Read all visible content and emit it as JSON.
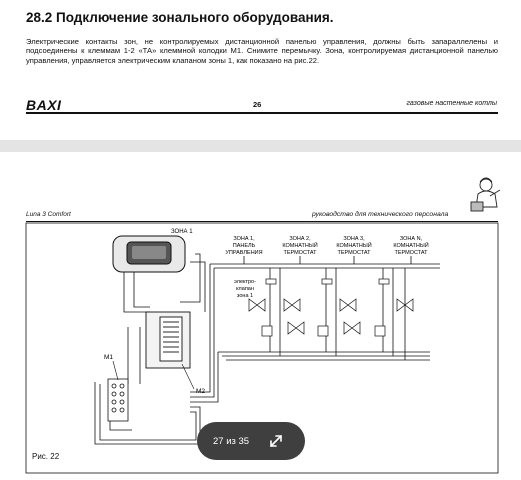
{
  "page_top": {
    "heading": "28.2 Подключение зонального оборудования.",
    "paragraph": "Электрические контакты зон, не контролируемых дистанционной панелью управления, должны быть запараллелены и подсоединены к клеммам 1-2 «ТА» клеммной колодки М1. Снимите перемычку. Зона, контролируемая дистанционной панелью управления, управляется электрическим клапаном зоны 1, как показано на рис.22.",
    "brand": "BAXI",
    "page_number": "26",
    "footer": "газовые настенные котлы"
  },
  "page_next": {
    "header_left": "Luna 3 Comfort",
    "header_right": "руководство для технического персонала",
    "figure": {
      "zona1": "ЗОНА 1",
      "col1": [
        "ЗОНА 1,",
        "ПАНЕЛЬ",
        "УПРАВЛЕНИЯ"
      ],
      "col2": [
        "ЗОНА 2,",
        "КОМНАТНЫЙ",
        "ТЕРМОСТАТ"
      ],
      "col3": [
        "ЗОНА 3,",
        "КОМНАТНЫЙ",
        "ТЕРМОСТАТ"
      ],
      "col4": [
        "ЗОНА N,",
        "КОМНАТНЫЙ",
        "ТЕРМОСТАТ"
      ],
      "valve": [
        "электро-",
        "клапан",
        "зона 1"
      ],
      "m1": "M1",
      "m2": "M2",
      "caption": "Рис. 22"
    }
  },
  "viewer": {
    "page_counter": "27 из 35",
    "expand_icon": "expand-arrows-icon"
  },
  "colors": {
    "page_gap": "#e4e4e4",
    "pager_bg": "#3f3f3f",
    "text": "#111111"
  }
}
